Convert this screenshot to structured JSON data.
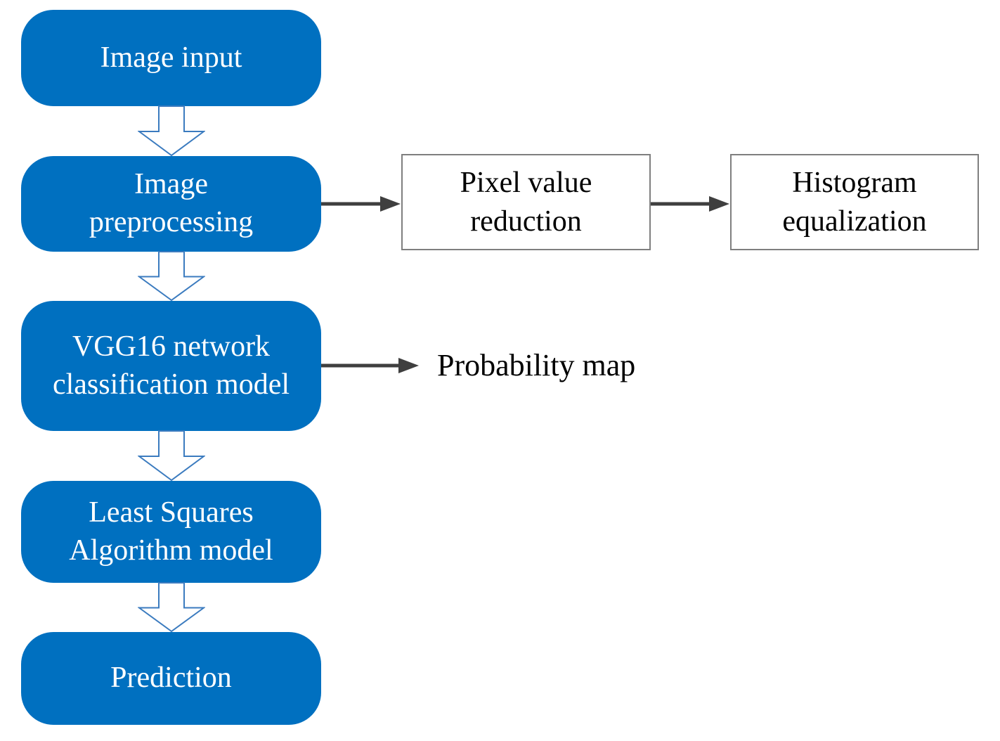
{
  "diagram": {
    "nodes": {
      "image_input": {
        "label": "Image input"
      },
      "image_preprocessing": {
        "label": "Image preprocessing"
      },
      "pixel_value_reduction": {
        "label": "Pixel value reduction"
      },
      "histogram_equalization": {
        "label": "Histogram equalization"
      },
      "vgg16": {
        "label": "VGG16 network classification model"
      },
      "probability_map": {
        "label": "Probability map"
      },
      "least_squares": {
        "label": "Least Squares Algorithm model"
      },
      "prediction": {
        "label": "Prediction"
      }
    },
    "edges": [
      {
        "from": "image_input",
        "to": "image_preprocessing",
        "style": "hollow-block-arrow"
      },
      {
        "from": "image_preprocessing",
        "to": "pixel_value_reduction",
        "style": "solid-arrow"
      },
      {
        "from": "pixel_value_reduction",
        "to": "histogram_equalization",
        "style": "solid-arrow"
      },
      {
        "from": "image_preprocessing",
        "to": "vgg16",
        "style": "hollow-block-arrow"
      },
      {
        "from": "vgg16",
        "to": "probability_map",
        "style": "solid-arrow"
      },
      {
        "from": "vgg16",
        "to": "least_squares",
        "style": "hollow-block-arrow"
      },
      {
        "from": "least_squares",
        "to": "prediction",
        "style": "hollow-block-arrow"
      }
    ],
    "colors": {
      "background": "#ffffff",
      "node_fill": "#0070C0",
      "node_text": "#ffffff",
      "hollow_arrow_fill": "#ffffff",
      "hollow_arrow_stroke": "#3b7bbf",
      "connector_color": "#3f3f3f",
      "white_box_fill": "#ffffff",
      "white_box_border": "#7f7f7f",
      "white_box_text": "#000000"
    }
  }
}
